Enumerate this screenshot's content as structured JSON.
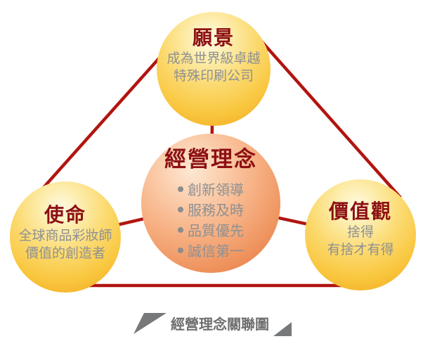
{
  "title": "經營理念關聯圖",
  "nodes": {
    "vision": {
      "heading": "願景",
      "line1": "成為世界級卓越",
      "line2": "特殊印刷公司"
    },
    "philosophy": {
      "heading": "經營理念",
      "items": [
        "創新領導",
        "服務及時",
        "品質優先",
        "誠信第一"
      ]
    },
    "mission": {
      "heading": "使命",
      "line1": "全球商品彩妝師",
      "line2": "價值的創造者"
    },
    "values": {
      "heading": "價值觀",
      "line1": "捨得",
      "line2": "有捨才有得"
    }
  },
  "colors": {
    "connector_line": "#b11511",
    "heading_text": "#8c1014",
    "body_text": "#8e9093",
    "caption_text": "#6e6e70",
    "circle_gold": "#f9c73f",
    "circle_orange": "#ef9560"
  }
}
